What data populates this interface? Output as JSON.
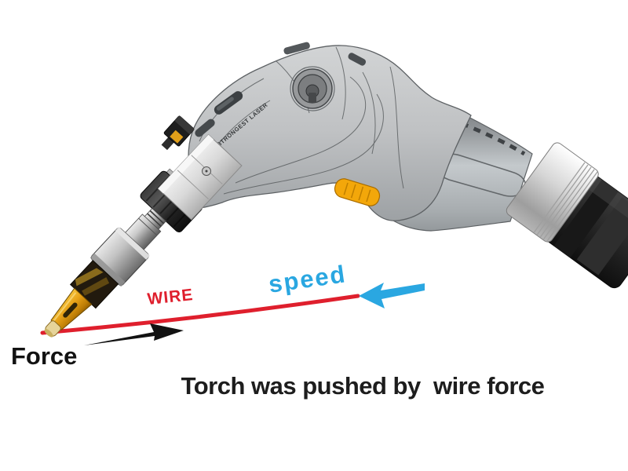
{
  "diagram": {
    "caption": "Torch was pushed by  wire force",
    "labels": {
      "wire": "WIRE",
      "speed": "speed",
      "force": "Force"
    },
    "torch": {
      "brand_text": "STRONGEST LASER"
    },
    "colors": {
      "wire_red": "#df1f2d",
      "speed_blue": "#2aa7e1",
      "force_black": "#121212",
      "caption_black": "#1d1d1d",
      "trigger_yellow": "#f3a70a",
      "nozzle_gold": "#e2a01a",
      "connector_black": "#232323"
    }
  }
}
